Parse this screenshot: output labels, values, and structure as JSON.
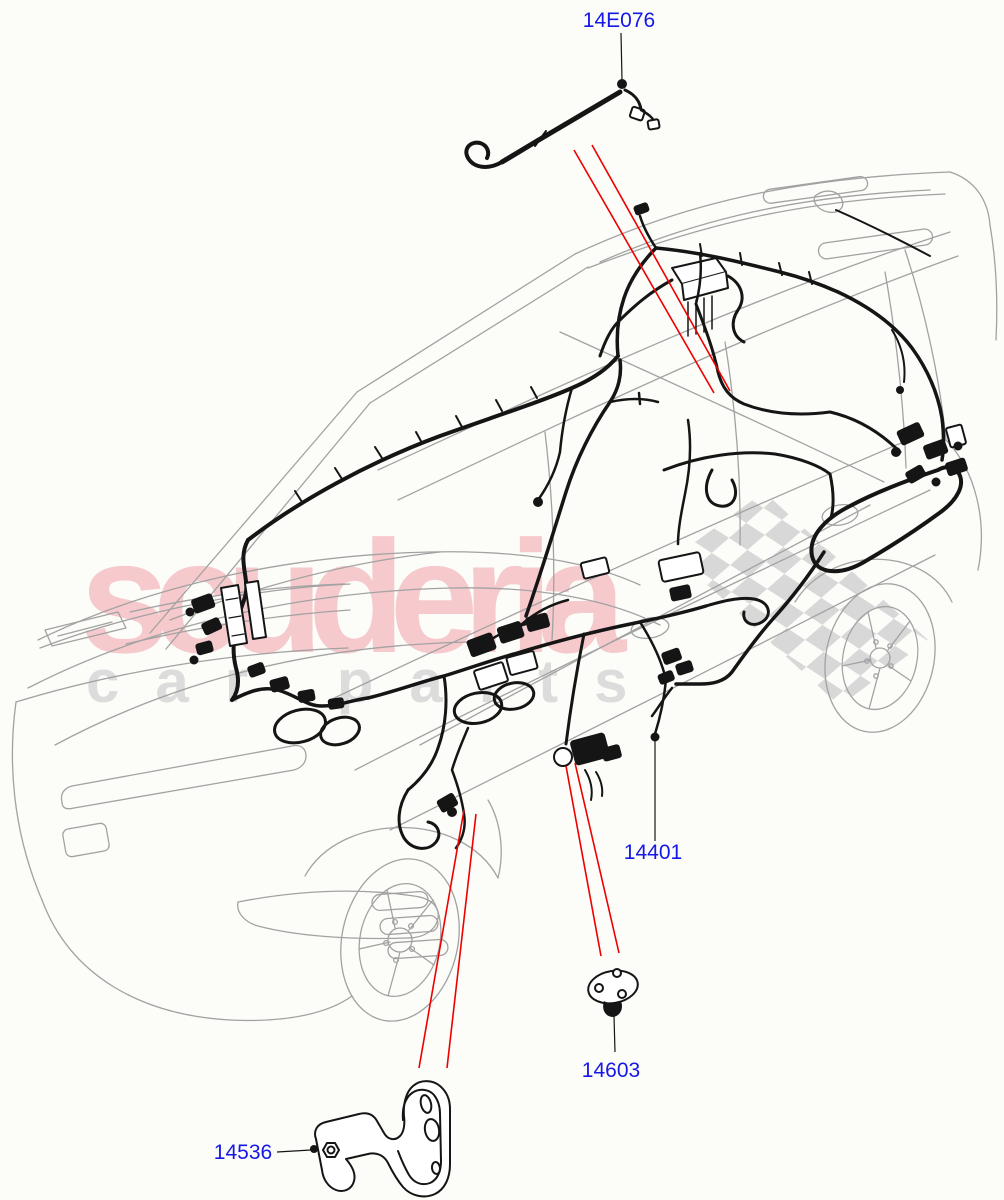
{
  "watermark": {
    "brand": "scuderia",
    "tagline": "car parts"
  },
  "callouts": [
    {
      "part_no": "14E076"
    },
    {
      "part_no": "14401"
    },
    {
      "part_no": "14603"
    },
    {
      "part_no": "14536"
    }
  ],
  "colors": {
    "callout_text": "#1518e6",
    "leader_line_red": "#ee0000",
    "diagram_ink": "#151515",
    "vehicle_outline": "#a2a2a2",
    "watermark_brand": "#f6c9cd",
    "watermark_tagline": "#dcdcdc",
    "background": "#fcfcf9"
  }
}
